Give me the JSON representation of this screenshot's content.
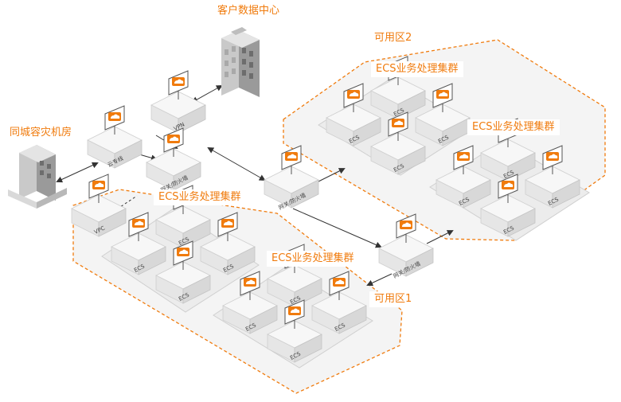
{
  "colors": {
    "accent": "#f07b0d",
    "zone_fill": "#f4f4f4",
    "cluster_fill": "#ececec",
    "box_top": "#f7f7f7",
    "box_side": "#d8d8d8",
    "line": "#333333"
  },
  "icons": [
    "cloud-icon",
    "monitor-icon",
    "building-icon",
    "arrow-icon"
  ],
  "labels": {
    "customer_dc": "客户数据中心",
    "disaster_room": "同城容灾机房",
    "zone2": "可用区2",
    "zone1": "可用区1",
    "cluster_zone1_left": "ECS业务处理集群",
    "cluster_zone1_right": "ECS业务处理集群",
    "cluster_zone2_top": "ECS业务处理集群",
    "cluster_zone2_bottom": "ECS业务处理集群"
  },
  "nodes": {
    "vpn": "VPN",
    "dedicated_line": "云专线",
    "gateway_main": "网关/防火墙",
    "gateway_mid": "网关/防火墙",
    "gateway_zone": "网关/防火墙",
    "vpc": "VPC",
    "ecs": "ECS"
  }
}
